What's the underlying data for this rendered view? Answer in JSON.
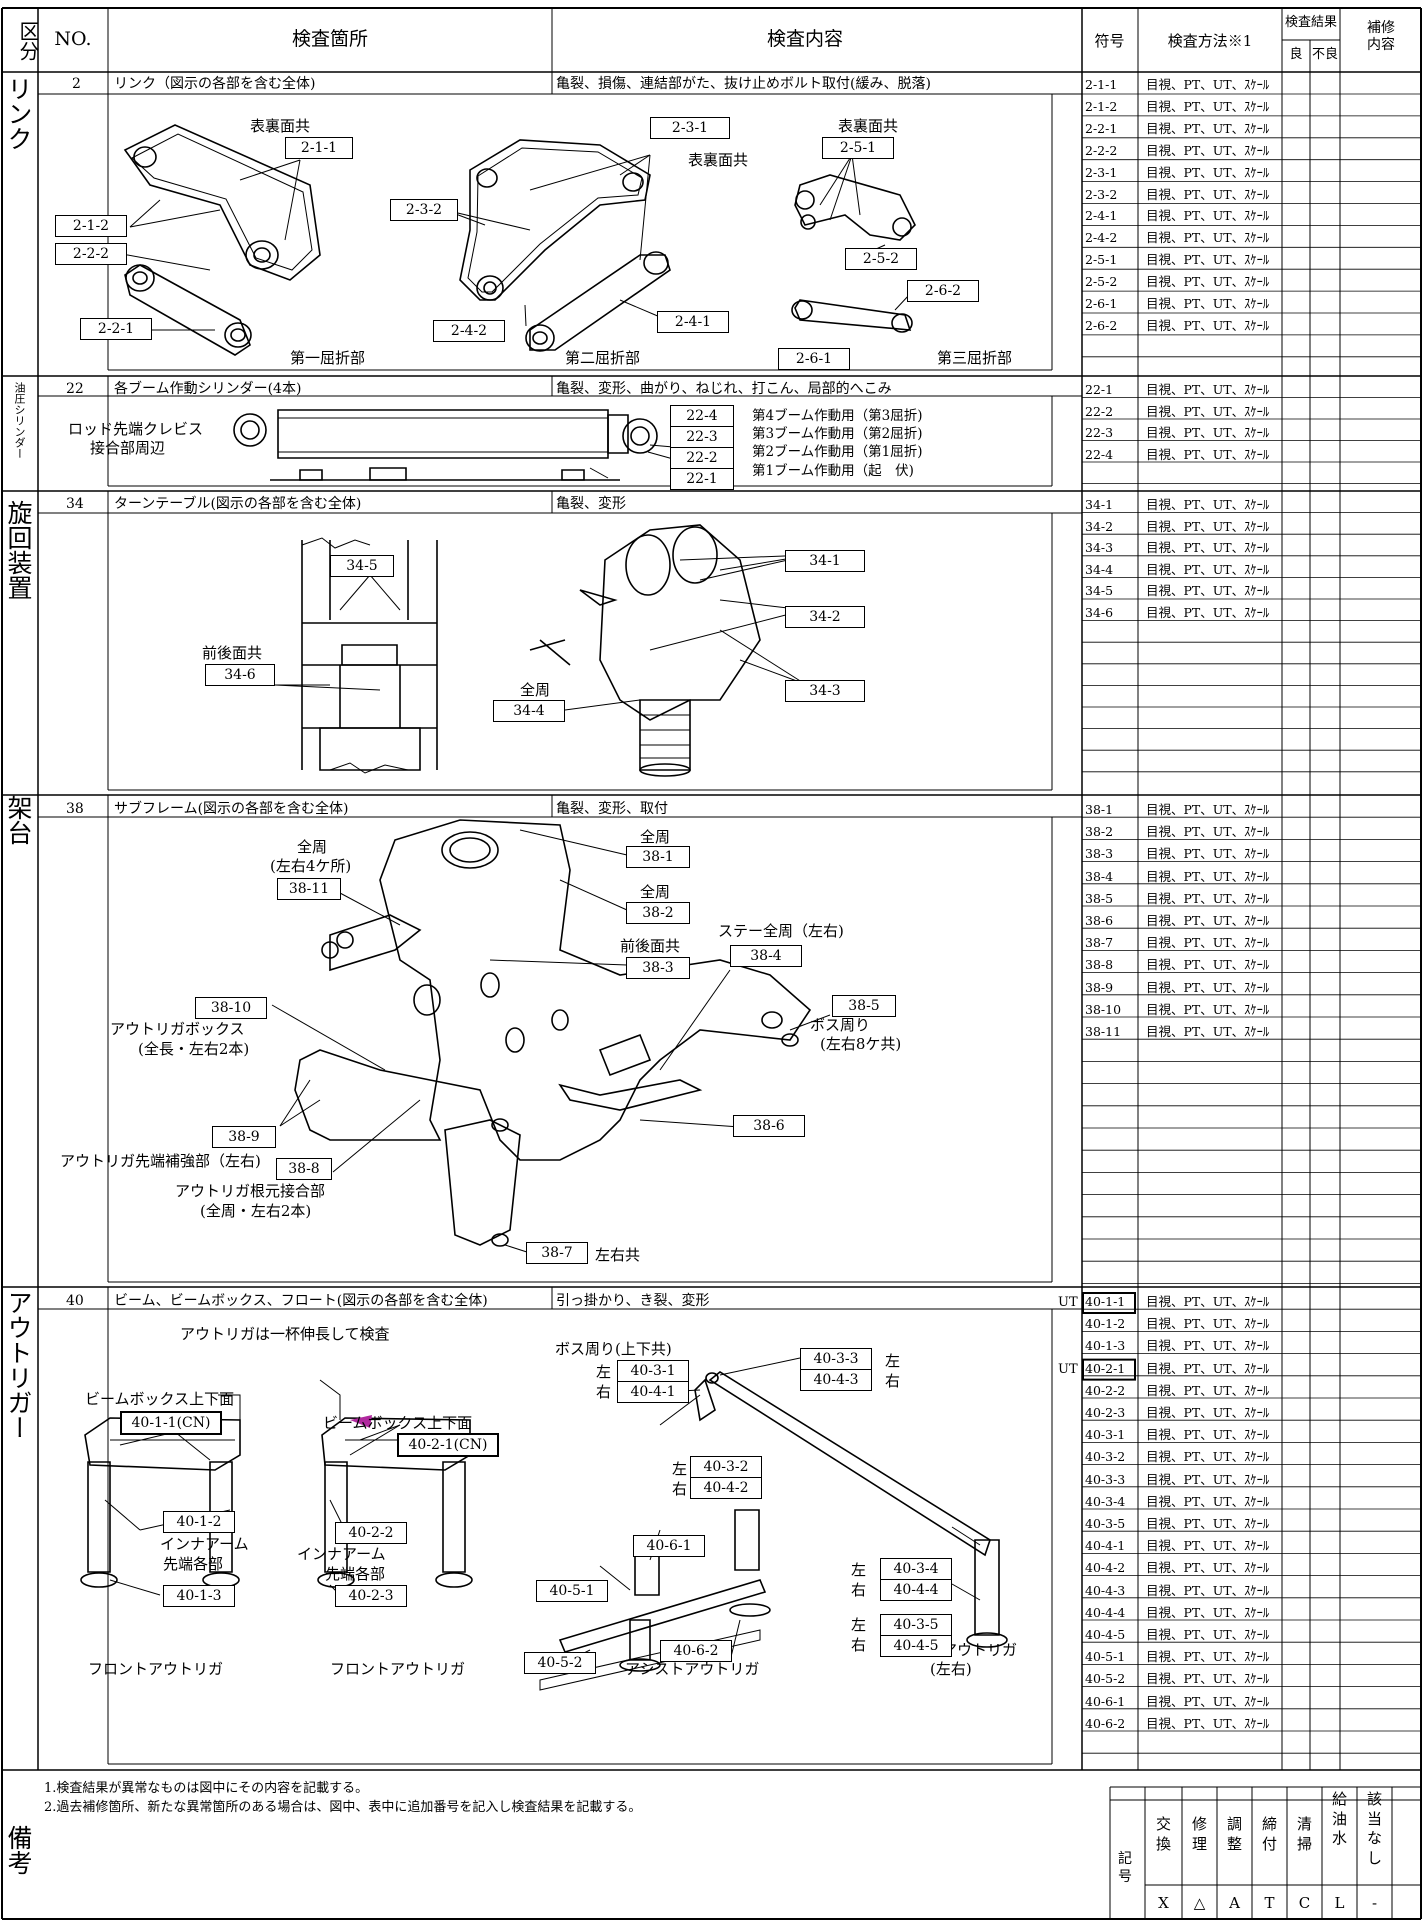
{
  "header": {
    "category": "区分",
    "no": "NO.",
    "location": "検査箇所",
    "content": "検査内容",
    "symbol": "符号",
    "method": "検査方法※1",
    "result": "検査結果",
    "good": "良",
    "bad": "不良",
    "repair": "補修内容"
  },
  "sections": [
    {
      "category": "リンク",
      "no": "2",
      "location": "リンク（図示の各部を含む全体)",
      "content": "亀裂、損傷、連結部がた、抜け止めボルト取付(緩み、脱落)"
    },
    {
      "category": "油圧シリンダー",
      "no": "22",
      "location": "各ブーム作動シリンダー(4本)",
      "content": "亀裂、変形、曲がり、ねじれ、打こん、局部的へこみ"
    },
    {
      "category": "旋回装置",
      "no": "34",
      "location": "ターンテーブル(図示の各部を含む全体)",
      "content": "亀裂、変形"
    },
    {
      "category": "架台",
      "no": "38",
      "location": "サブフレーム(図示の各部を含む全体)",
      "content": "亀裂、変形、取付"
    },
    {
      "category": "アウトリガー",
      "no": "40",
      "location": "ビーム、ビームボックス、フロート(図示の各部を含む全体)",
      "content": "引っ掛かり、き裂、変形"
    }
  ],
  "rows": [
    {
      "code": "2-1-1",
      "method": "目視、PT、UT、ｽｹｰﾙ"
    },
    {
      "code": "2-1-2",
      "method": "目視、PT、UT、ｽｹｰﾙ"
    },
    {
      "code": "2-2-1",
      "method": "目視、PT、UT、ｽｹｰﾙ"
    },
    {
      "code": "2-2-2",
      "method": "目視、PT、UT、ｽｹｰﾙ"
    },
    {
      "code": "2-3-1",
      "method": "目視、PT、UT、ｽｹｰﾙ"
    },
    {
      "code": "2-3-2",
      "method": "目視、PT、UT、ｽｹｰﾙ"
    },
    {
      "code": "2-4-1",
      "method": "目視、PT、UT、ｽｹｰﾙ"
    },
    {
      "code": "2-4-2",
      "method": "目視、PT、UT、ｽｹｰﾙ"
    },
    {
      "code": "2-5-1",
      "method": "目視、PT、UT、ｽｹｰﾙ"
    },
    {
      "code": "2-5-2",
      "method": "目視、PT、UT、ｽｹｰﾙ"
    },
    {
      "code": "2-6-1",
      "method": "目視、PT、UT、ｽｹｰﾙ"
    },
    {
      "code": "2-6-2",
      "method": "目視、PT、UT、ｽｹｰﾙ"
    },
    {
      "code": "22-1",
      "method": "目視、PT、UT、ｽｹｰﾙ"
    },
    {
      "code": "22-2",
      "method": "目視、PT、UT、ｽｹｰﾙ"
    },
    {
      "code": "22-3",
      "method": "目視、PT、UT、ｽｹｰﾙ"
    },
    {
      "code": "22-4",
      "method": "目視、PT、UT、ｽｹｰﾙ"
    },
    {
      "code": "34-1",
      "method": "目視、PT、UT、ｽｹｰﾙ"
    },
    {
      "code": "34-2",
      "method": "目視、PT、UT、ｽｹｰﾙ"
    },
    {
      "code": "34-3",
      "method": "目視、PT、UT、ｽｹｰﾙ"
    },
    {
      "code": "34-4",
      "method": "目視、PT、UT、ｽｹｰﾙ"
    },
    {
      "code": "34-5",
      "method": "目視、PT、UT、ｽｹｰﾙ"
    },
    {
      "code": "34-6",
      "method": "目視、PT、UT、ｽｹｰﾙ"
    },
    {
      "code": "38-1",
      "method": "目視、PT、UT、ｽｹｰﾙ"
    },
    {
      "code": "38-2",
      "method": "目視、PT、UT、ｽｹｰﾙ"
    },
    {
      "code": "38-3",
      "method": "目視、PT、UT、ｽｹｰﾙ"
    },
    {
      "code": "38-4",
      "method": "目視、PT、UT、ｽｹｰﾙ"
    },
    {
      "code": "38-5",
      "method": "目視、PT、UT、ｽｹｰﾙ"
    },
    {
      "code": "38-6",
      "method": "目視、PT、UT、ｽｹｰﾙ"
    },
    {
      "code": "38-7",
      "method": "目視、PT、UT、ｽｹｰﾙ"
    },
    {
      "code": "38-8",
      "method": "目視、PT、UT、ｽｹｰﾙ"
    },
    {
      "code": "38-9",
      "method": "目視、PT、UT、ｽｹｰﾙ"
    },
    {
      "code": "38-10",
      "method": "目視、PT、UT、ｽｹｰﾙ"
    },
    {
      "code": "38-11",
      "method": "目視、PT、UT、ｽｹｰﾙ"
    },
    {
      "code": "40-1-1",
      "method": "目視、PT、UT、ｽｹｰﾙ",
      "ut": "UT"
    },
    {
      "code": "40-1-2",
      "method": "目視、PT、UT、ｽｹｰﾙ"
    },
    {
      "code": "40-1-3",
      "method": "目視、PT、UT、ｽｹｰﾙ"
    },
    {
      "code": "40-2-1",
      "method": "目視、PT、UT、ｽｹｰﾙ",
      "ut": "UT"
    },
    {
      "code": "40-2-2",
      "method": "目視、PT、UT、ｽｹｰﾙ"
    },
    {
      "code": "40-2-3",
      "method": "目視、PT、UT、ｽｹｰﾙ"
    },
    {
      "code": "40-3-1",
      "method": "目視、PT、UT、ｽｹｰﾙ"
    },
    {
      "code": "40-3-2",
      "method": "目視、PT、UT、ｽｹｰﾙ"
    },
    {
      "code": "40-3-3",
      "method": "目視、PT、UT、ｽｹｰﾙ"
    },
    {
      "code": "40-3-4",
      "method": "目視、PT、UT、ｽｹｰﾙ"
    },
    {
      "code": "40-3-5",
      "method": "目視、PT、UT、ｽｹｰﾙ"
    },
    {
      "code": "40-4-1",
      "method": "目視、PT、UT、ｽｹｰﾙ"
    },
    {
      "code": "40-4-2",
      "method": "目視、PT、UT、ｽｹｰﾙ"
    },
    {
      "code": "40-4-3",
      "method": "目視、PT、UT、ｽｹｰﾙ"
    },
    {
      "code": "40-4-4",
      "method": "目視、PT、UT、ｽｹｰﾙ"
    },
    {
      "code": "40-4-5",
      "method": "目視、PT、UT、ｽｹｰﾙ"
    },
    {
      "code": "40-5-1",
      "method": "目視、PT、UT、ｽｹｰﾙ"
    },
    {
      "code": "40-5-2",
      "method": "目視、PT、UT、ｽｹｰﾙ"
    },
    {
      "code": "40-6-1",
      "method": "目視、PT、UT、ｽｹｰﾙ"
    },
    {
      "code": "40-6-2",
      "method": "目視、PT、UT、ｽｹｰﾙ"
    }
  ],
  "link": {
    "cap_both_a": "表裏面共",
    "cap_both_b": "表裏面共",
    "cap_both_c": "表裏面共",
    "fold1": "第一屈折部",
    "fold2": "第二屈折部",
    "fold3": "第三屈折部"
  },
  "cyl": {
    "rod": "ロッド先端クレビス",
    "joint": "接合部周辺",
    "u4": "第4ブーム作動用（第3屈折)",
    "u3": "第3ブーム作動用（第2屈折)",
    "u2": "第2ブーム作動用（第1屈折)",
    "u1": "第1ブーム作動用（起　伏)"
  },
  "turn": {
    "front_back": "前後面共",
    "all_round": "全周"
  },
  "frame": {
    "all1": "全周",
    "all11": "全周",
    "left_right4": "(左右4ケ所)",
    "all2": "全周",
    "fb": "前後面共",
    "stay": "ステー全周（左右)",
    "boss": "ボス周り",
    "boss_lr": "(左右8ケ共)",
    "ob": "アウトリガボックス",
    "ob_full": "(全長・左右2本)",
    "tip": "アウトリガ先端補強部（左右)",
    "root": "アウトリガ根元接合部",
    "root_full": "(全周・左右2本)",
    "lr_common": "左右共"
  },
  "out": {
    "full_ext": "アウトリガは一杯伸長して検査",
    "beam_box1": "ビームボックス上下面",
    "beam_box2": "ビームボックス上下面",
    "inner1": "インナアーム",
    "tip1": "先端各部",
    "inner2": "インナアーム",
    "tip2": "先端各部",
    "front1": "フロントアウトリガ",
    "front2": "フロントアウトリガ",
    "assist": "アシストアウトリガ",
    "swing": "スイングアウトリガ",
    "swing_lr": "(左右)",
    "boss_ud": "ボス周り(上下共)",
    "left": "左",
    "right": "右"
  },
  "remarks": {
    "title": "備考",
    "line1": "1.検査結果が異常なものは図中にその内容を記載する。",
    "line2": "2.過去補修箇所、新たな異常箇所のある場合は、図中、表中に追加番号を記入し検査結果を記載する。",
    "sym_label": "記号",
    "legend": [
      {
        "label": "交換",
        "sym": "X"
      },
      {
        "label": "修理",
        "sym": "△"
      },
      {
        "label": "調整",
        "sym": "A"
      },
      {
        "label": "締付",
        "sym": "T"
      },
      {
        "label": "清掃",
        "sym": "C"
      },
      {
        "label": "給油水",
        "sym": "L"
      },
      {
        "label": "該当なし",
        "sym": "-"
      }
    ]
  }
}
